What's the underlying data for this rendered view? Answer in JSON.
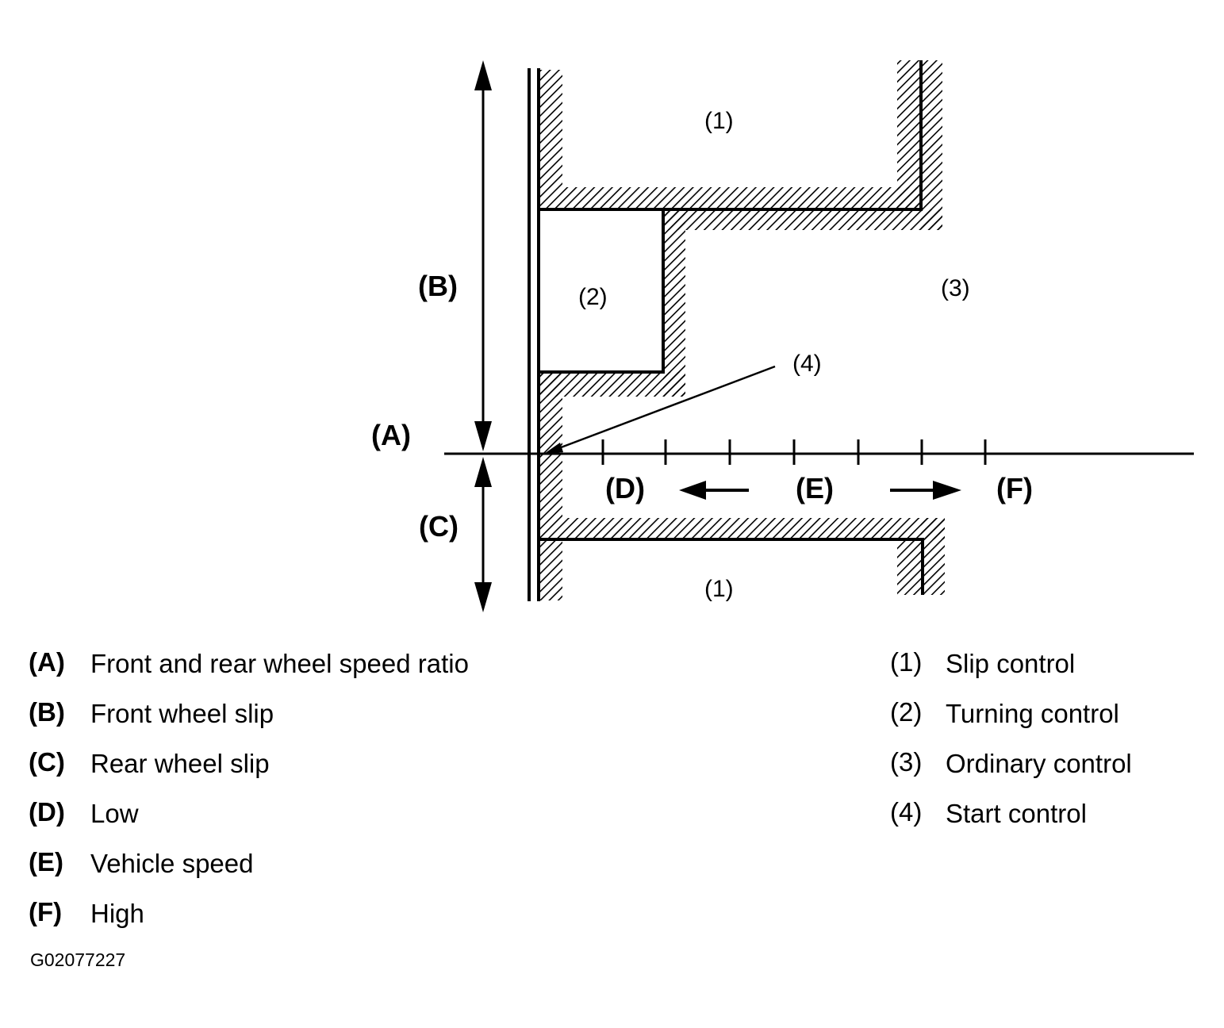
{
  "diagram": {
    "labels": {
      "A": "(A)",
      "B": "(B)",
      "C": "(C)",
      "D": "(D)",
      "E": "(E)",
      "F": "(F)",
      "r1_top": "(1)",
      "r1_bottom": "(1)",
      "r2": "(2)",
      "r3": "(3)",
      "r4": "(4)"
    }
  },
  "legend_left": [
    {
      "key": "(A)",
      "text": "Front and rear wheel speed ratio"
    },
    {
      "key": "(B)",
      "text": "Front wheel slip"
    },
    {
      "key": "(C)",
      "text": "Rear wheel slip"
    },
    {
      "key": "(D)",
      "text": "Low"
    },
    {
      "key": "(E)",
      "text": "Vehicle speed"
    },
    {
      "key": "(F)",
      "text": "High"
    }
  ],
  "legend_right": [
    {
      "key": "(1)",
      "text": "Slip control"
    },
    {
      "key": "(2)",
      "text": "Turning control"
    },
    {
      "key": "(3)",
      "text": "Ordinary control"
    },
    {
      "key": "(4)",
      "text": "Start control"
    }
  ],
  "figure_code": "G02077227",
  "colors": {
    "ink": "#000000",
    "background": "#ffffff"
  }
}
